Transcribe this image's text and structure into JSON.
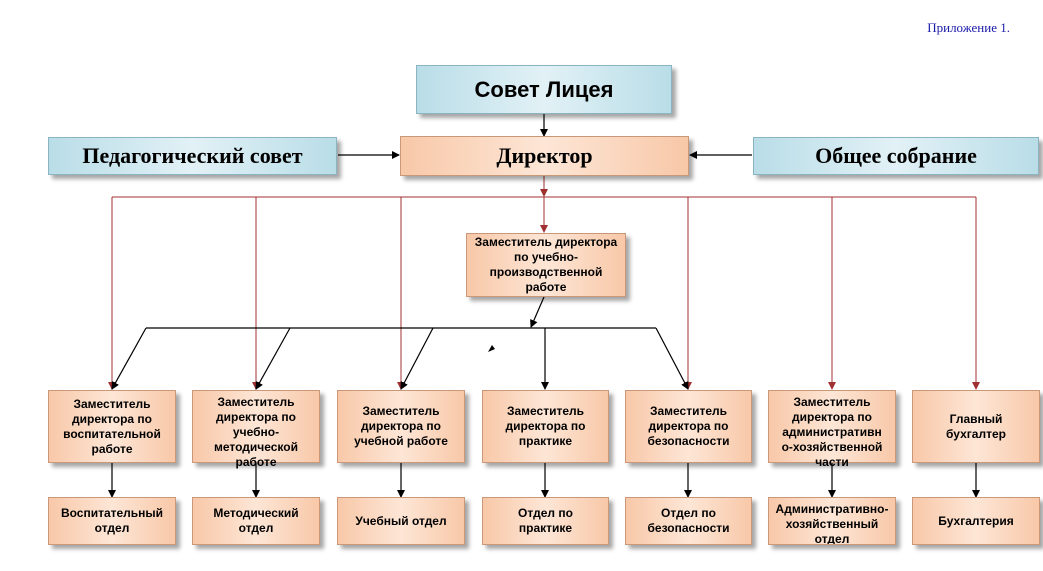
{
  "appendix_label": "Приложение 1.",
  "colors": {
    "peach": "#f8c8a8",
    "blue": "#b9dde8",
    "red_line": "#a03030",
    "black_line": "#000000"
  },
  "top": {
    "council": "Совет Лицея",
    "director": "Директор",
    "ped_council": "Педагогический совет",
    "general_meeting": "Общее собрание"
  },
  "deputy_production": "Заместитель директора\nпо учебно-\nпроизводственной\nработе",
  "level2": [
    "Заместитель\nдиректора по\nвоспитательной\nработе",
    "Заместитель\nдиректора по\nучебно-\nметодической\nработе",
    "Заместитель\nдиректора по\nучебной работе",
    "Заместитель\nдиректора по\nпрактике",
    "Заместитель\nдиректора по\nбезопасности",
    "Заместитель\nдиректора по\nадминистративн\nо-хозяйственной\nчасти",
    "Главный\nбухгалтер"
  ],
  "level3": [
    "Воспитательный\nотдел",
    "Методический\nотдел",
    "Учебный отдел",
    "Отдел по\nпрактике",
    "Отдел по\nбезопасности",
    "Административно-\nхозяйственный\nотдел",
    "Бухгалтерия"
  ]
}
